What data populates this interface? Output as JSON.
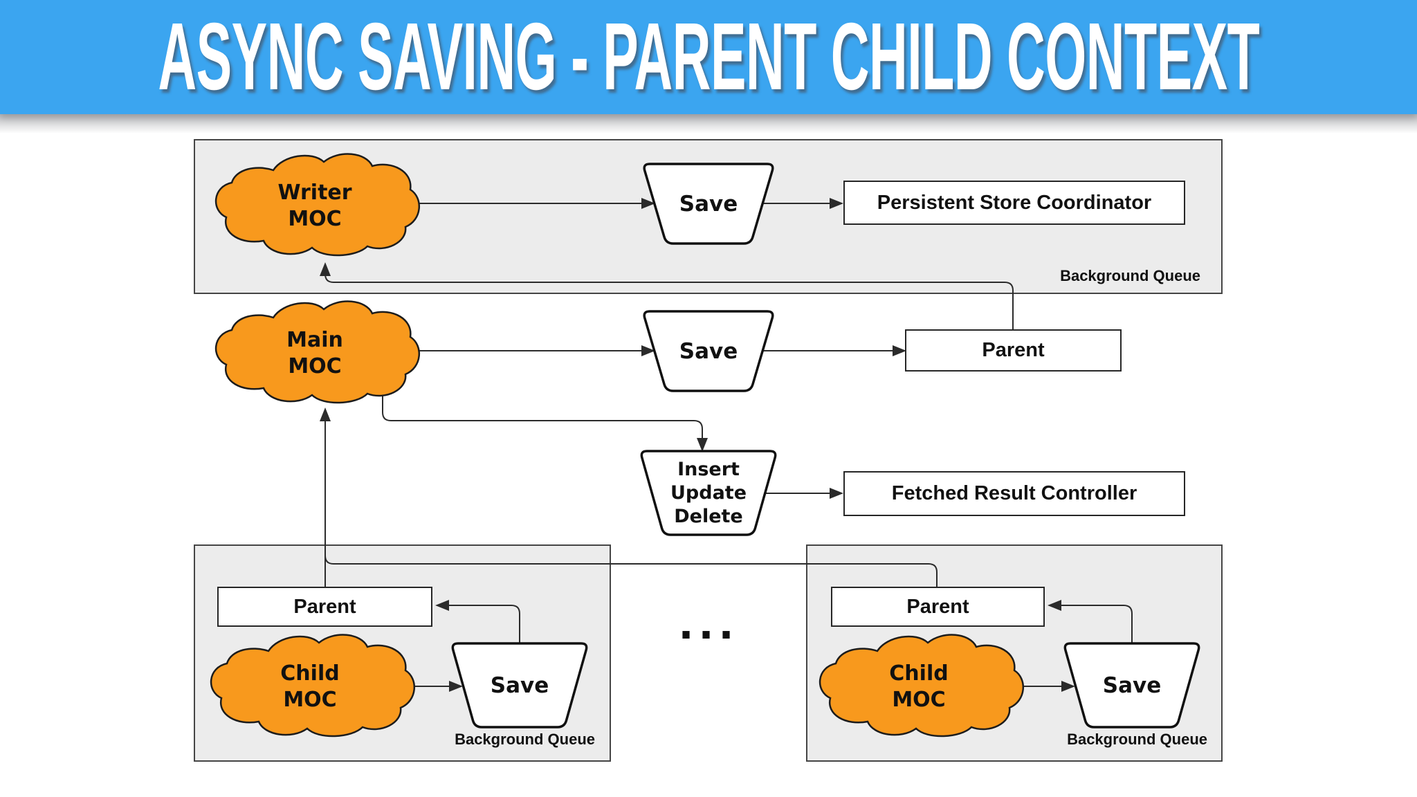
{
  "header": {
    "title": "ASYNC SAVING - PARENT CHILD CONTEXT"
  },
  "colors": {
    "banner_blue": "#3BA5F0",
    "cloud_orange": "#F8991D",
    "queue_box_gray": "#ECECEC",
    "line_black": "#2b2b2b"
  },
  "nodes": {
    "writer_moc": {
      "line1": "Writer",
      "line2": "MOC"
    },
    "main_moc": {
      "line1": "Main",
      "line2": "MOC"
    },
    "child_moc_left": {
      "line1": "Child",
      "line2": "MOC"
    },
    "child_moc_right": {
      "line1": "Child",
      "line2": "MOC"
    },
    "save_top": {
      "label": "Save"
    },
    "save_middle": {
      "label": "Save"
    },
    "save_bottom_left": {
      "label": "Save"
    },
    "save_bottom_right": {
      "label": "Save"
    },
    "insert_update_delete": {
      "line1": "Insert",
      "line2": "Update",
      "line3": "Delete"
    },
    "persistent_store_coordinator": {
      "label": "Persistent Store Coordinator"
    },
    "fetched_result_controller": {
      "label": "Fetched Result Controller"
    },
    "parent_middle": {
      "label": "Parent"
    },
    "parent_bottom_left": {
      "label": "Parent"
    },
    "parent_bottom_right": {
      "label": "Parent"
    }
  },
  "groups": {
    "background_queue_top": {
      "label": "Background Queue"
    },
    "background_queue_bottom_left": {
      "label": "Background Queue"
    },
    "background_queue_bottom_right": {
      "label": "Background Queue"
    }
  },
  "ellipsis": "..."
}
